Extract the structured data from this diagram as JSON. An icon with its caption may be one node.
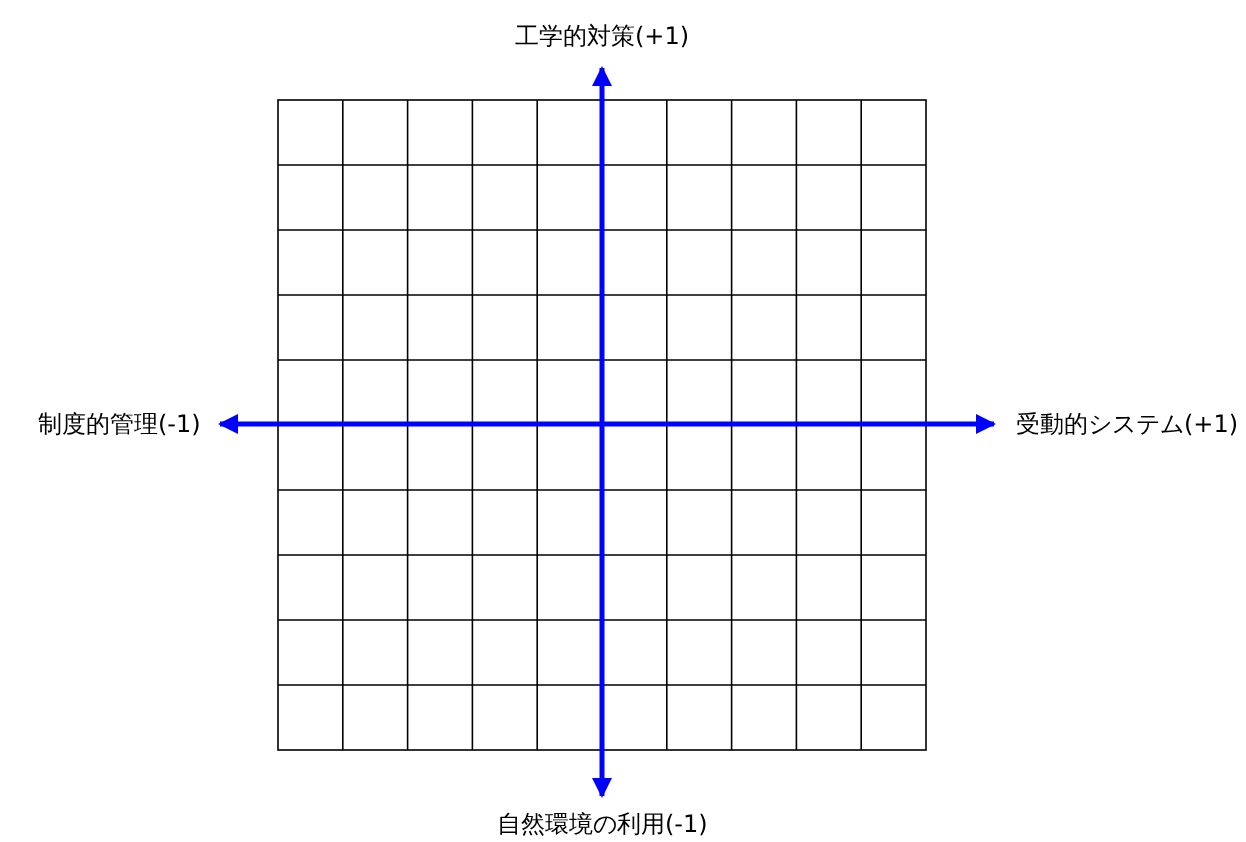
{
  "diagram": {
    "labels": [
      "工学的対策(+1)",
      "制度的管理(-1)",
      "受動的システム(+1)",
      "自然環境の利用(-1)"
    ]
  }
}
